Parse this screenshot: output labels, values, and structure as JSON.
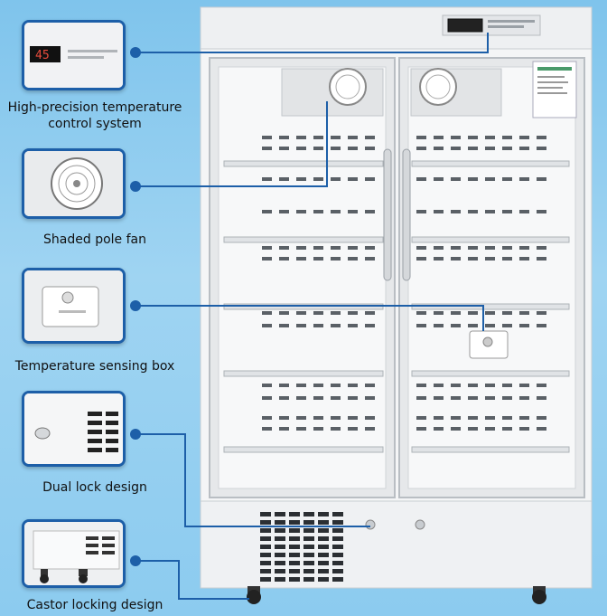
{
  "features": [
    {
      "label": "High-precision temperature\ncontrol system",
      "icon": "temperature-display-icon"
    },
    {
      "label": "Shaded pole fan",
      "icon": "fan-icon"
    },
    {
      "label": "Temperature sensing box",
      "icon": "sensor-box-icon"
    },
    {
      "label": "Dual lock design",
      "icon": "lock-icon"
    },
    {
      "label": "Castor locking design",
      "icon": "castor-icon"
    }
  ],
  "display": {
    "readout": "45"
  },
  "colors": {
    "accent": "#1d5fa8",
    "background": "#8ccbef",
    "cabinet": "#f4f5f6",
    "display": "#c0392b"
  }
}
